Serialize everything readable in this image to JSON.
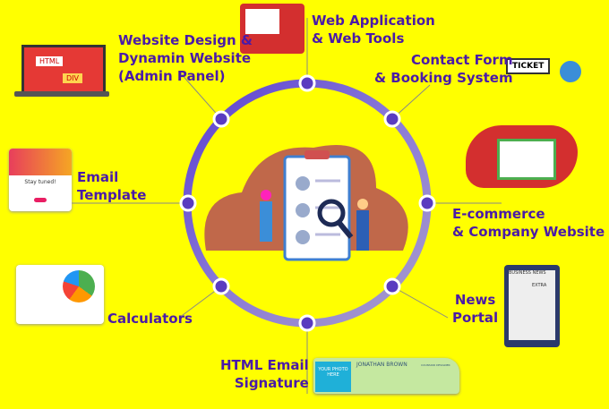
{
  "services": [
    {
      "id": "website-design",
      "lines": [
        "Website Design &",
        "Dynamin Website",
        "(Admin Panel)"
      ]
    },
    {
      "id": "web-application",
      "lines": [
        "Web Application",
        "& Web Tools"
      ]
    },
    {
      "id": "contact-form",
      "lines": [
        "Contact Form",
        "& Booking System"
      ]
    },
    {
      "id": "email-template",
      "lines": [
        "Email",
        "Template"
      ]
    },
    {
      "id": "ecommerce",
      "lines": [
        "E-commerce",
        "& Company Website"
      ]
    },
    {
      "id": "calculators",
      "lines": [
        "Calculators"
      ]
    },
    {
      "id": "news-portal",
      "lines": [
        "News",
        "Portal"
      ]
    },
    {
      "id": "html-email-signature",
      "lines": [
        "HTML Email",
        "Signature"
      ]
    }
  ],
  "thumbs": {
    "html_laptop": {
      "html": "HTML",
      "div": "DIV"
    },
    "ticket": "TICKET",
    "email": {
      "title": "Stay tuned!"
    },
    "news": {
      "title": "BUSINESS NEWS",
      "extra": "EXTRA"
    },
    "signature": {
      "photo": "YOUR PHOTO HERE",
      "name": "JONATHAN BROWN",
      "role": "COUNSIOR DESIGNER"
    }
  },
  "colors": {
    "background": "#ffff00",
    "text": "#4a1aa8",
    "ring": "#6a4fd0",
    "node": "#5a3cc0"
  }
}
